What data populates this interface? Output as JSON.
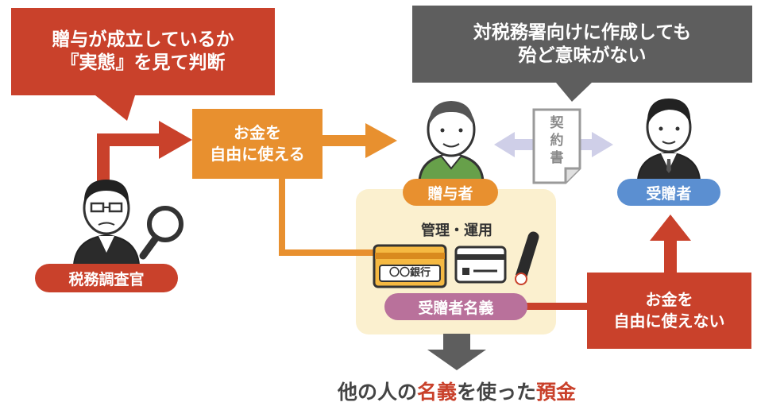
{
  "callout_left": {
    "line1": "贈与が成立しているか",
    "line2": "『実態』を見て判断"
  },
  "callout_right": {
    "line1": "対税務署向けに作成しても",
    "line2": "殆ど意味がない"
  },
  "box_free_money": {
    "line1": "お金を",
    "line2": "自由に使える"
  },
  "box_not_free_money": {
    "line1": "お金を",
    "line2": "自由に使えない"
  },
  "labels": {
    "giver": "贈与者",
    "receiver": "受贈者",
    "inspector": "税務調査官",
    "management": "管理・運用",
    "account_name": "受贈者名義",
    "contract": "契約書",
    "bank": "〇〇銀行"
  },
  "bottom_caption": {
    "part1": "他の人の",
    "part2": "名義",
    "part3": "を使った",
    "part4": "預金"
  },
  "colors": {
    "red": "#c9412b",
    "orange": "#e8902f",
    "gray": "#5e5e5e",
    "blue": "#5b8fd1",
    "pink": "#b9719b",
    "cream": "#fbf0cf",
    "lavender": "#cfcfe8"
  }
}
